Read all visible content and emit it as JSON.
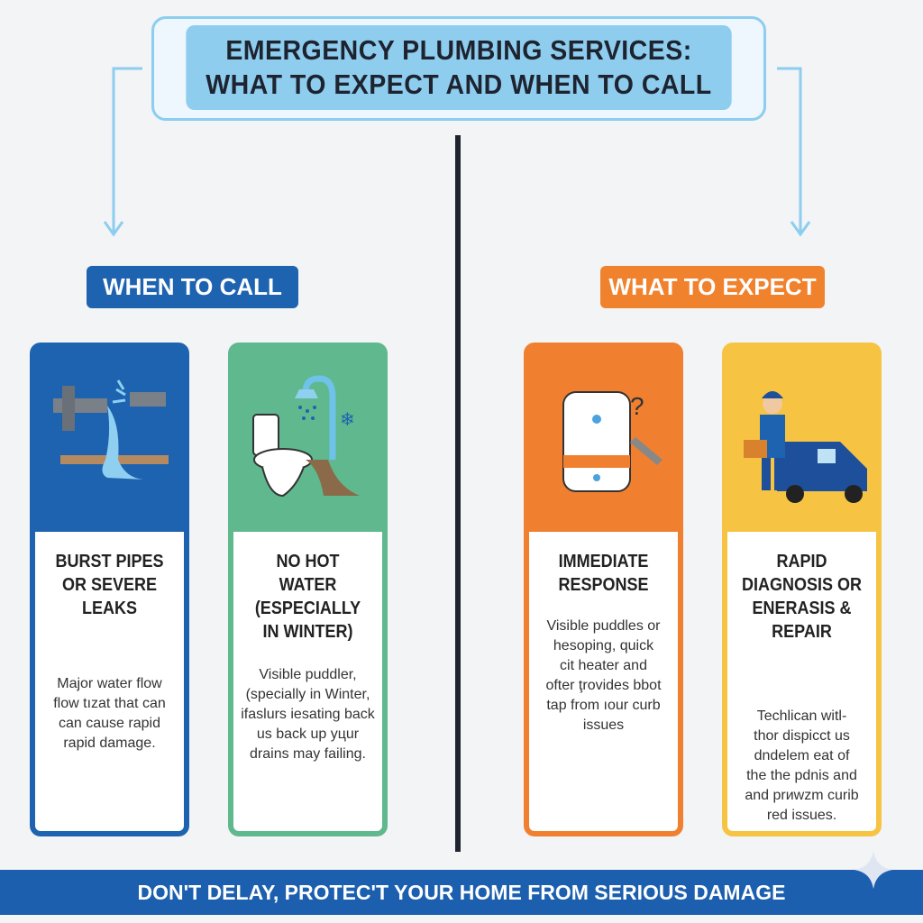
{
  "header": {
    "title_line1": "EMERGENCY PLUMBING SERVICES:",
    "title_line2": "WHAT TO EXPECT AND WHEN TO CALL"
  },
  "sections": {
    "left_label": "WHEN TO CALL",
    "right_label": "WHAT TO EXPECT"
  },
  "cards": [
    {
      "title": "BURST PIPES OR SEVERE LEAKS",
      "desc": "Major water flow flow tızat that can can cause rapid rapid damage.",
      "color": "#1e63b0",
      "icon": "burst-pipe-icon"
    },
    {
      "title": "NO HOT WATER (ESPECIALLY IN WINTER)",
      "desc": "Visible puddler, (specially in Winter, ifaslurs iesating back us back up yцur drains may failing.",
      "color": "#5fb88e",
      "icon": "toilet-shower-icon"
    },
    {
      "title": "IMMEDIATE RESPONSE",
      "desc": "Visible puddles or hesoping, quick cit heater and ofter ţrovides bbot tap from ıour curb issues",
      "color": "#f0802f",
      "icon": "water-heater-icon"
    },
    {
      "title": "RAPID DIAGNOSIS OR ENERASIS & REPAIR",
      "desc": "Techlican witl- thor dispicct us dndelem eat of the the pdnis and and prиwzm curib red issues.",
      "color": "#f6c343",
      "icon": "technician-van-icon"
    }
  ],
  "footer": {
    "text": "DON'T DELAY, PROTEC'T YOUR HOME FROM SERIOUS DAMAGE"
  }
}
